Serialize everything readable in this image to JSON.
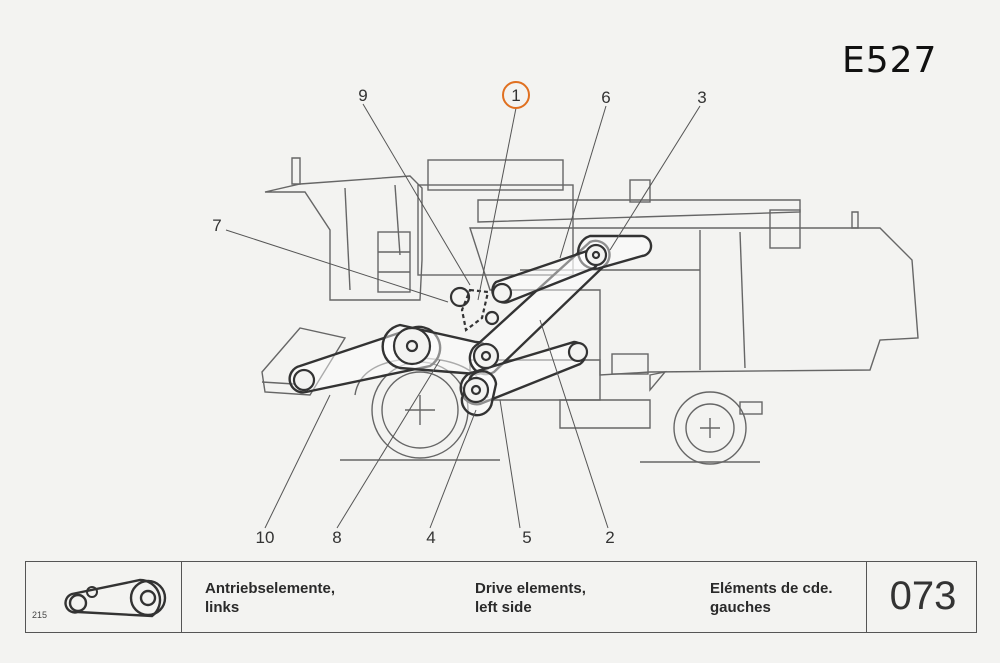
{
  "model_code": "E527",
  "callouts": [
    {
      "id": "1",
      "label": "1",
      "highlighted": true
    },
    {
      "id": "2",
      "label": "2"
    },
    {
      "id": "3",
      "label": "3"
    },
    {
      "id": "4",
      "label": "4"
    },
    {
      "id": "5",
      "label": "5"
    },
    {
      "id": "6",
      "label": "6"
    },
    {
      "id": "7",
      "label": "7"
    },
    {
      "id": "8",
      "label": "8"
    },
    {
      "id": "9",
      "label": "9"
    },
    {
      "id": "10",
      "label": "10"
    }
  ],
  "highlight_color": "#e07020",
  "title_block": {
    "sheet_small_number": "215",
    "german": {
      "line1": "Antriebselemente,",
      "line2": "links"
    },
    "english": {
      "line1": "Drive elements,",
      "line2": "left side"
    },
    "french": {
      "line1": "Eléments de cde.",
      "line2": "gauches"
    },
    "page_number": "073"
  }
}
